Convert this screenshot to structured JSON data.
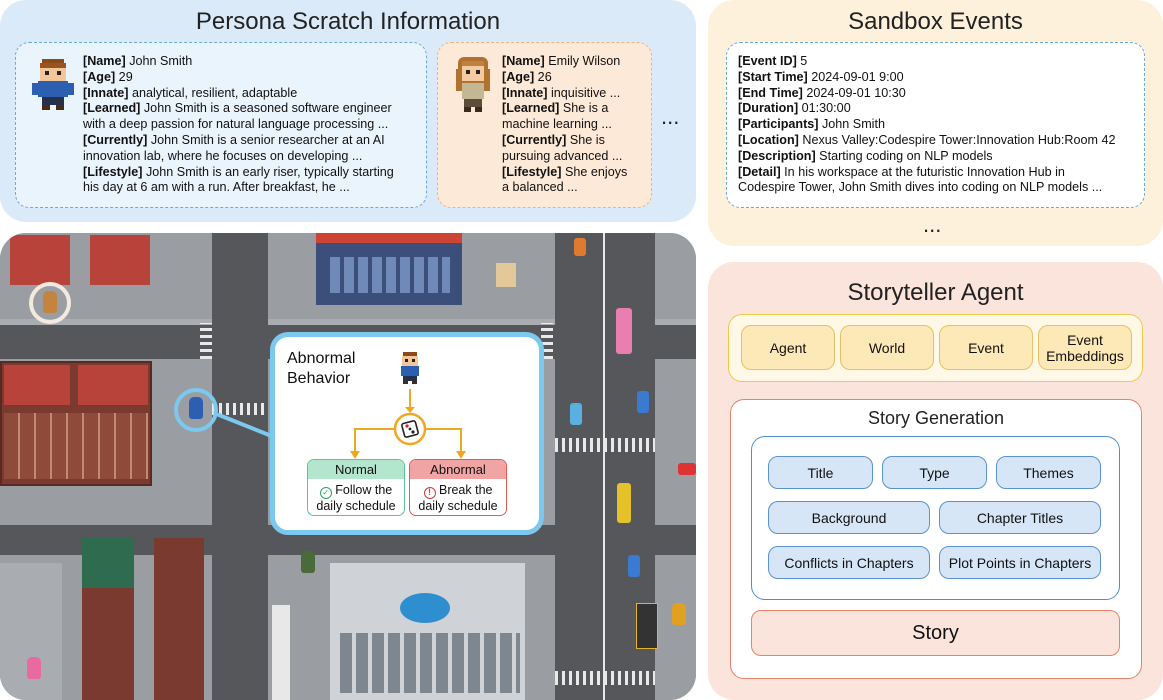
{
  "persona": {
    "title": "Persona Scratch Information",
    "john": {
      "name_k": "[Name]",
      "name_v": " John Smith",
      "age_k": "[Age]",
      "age_v": " 29",
      "innate_k": "[Innate]",
      "innate_v": " analytical, resilient, adaptable",
      "learned_k": "[Learned]",
      "learned_v1": " John Smith is a seasoned software engineer",
      "learned_v2": "with a deep passion for natural language processing ...",
      "currently_k": "[Currently]",
      "currently_v1": " John Smith is a senior researcher at an AI",
      "currently_v2": "innovation lab, where he focuses on developing ...",
      "lifestyle_k": "[Lifestyle]",
      "lifestyle_v1": " John Smith is an early riser, typically starting",
      "lifestyle_v2": "his day at 6 am with a run. After breakfast, he ..."
    },
    "emily": {
      "name_k": "[Name]",
      "name_v": " Emily Wilson",
      "age_k": "[Age]",
      "age_v": " 26",
      "innate_k": "[Innate]",
      "innate_v": " inquisitive ...",
      "learned_k": "[Learned]",
      "learned_v1": " She is a",
      "learned_v2": "machine learning ...",
      "currently_k": "[Currently]",
      "currently_v1": " She is",
      "currently_v2": "pursuing advanced ...",
      "lifestyle_k": "[Lifestyle]",
      "lifestyle_v1": " She enjoys",
      "lifestyle_v2": "a balanced ..."
    },
    "ellipsis": "..."
  },
  "sandbox": {
    "title": "Sandbox Events",
    "event_id_k": "[Event ID]",
    "event_id_v": " 5",
    "start_k": "[Start Time]",
    "start_v": " 2024-09-01 9:00",
    "end_k": "[End Time]",
    "end_v": " 2024-09-01 10:30",
    "duration_k": "[Duration]",
    "duration_v": " 01:30:00",
    "participants_k": "[Participants]",
    "participants_v": " John Smith",
    "location_k": "[Location]",
    "location_v": " Nexus Valley:Codespire Tower:Innovation Hub:Room 42",
    "description_k": "[Description]",
    "description_v": " Starting coding on NLP models",
    "detail_k": "[Detail]",
    "detail_v1": " In his workspace at the futuristic Innovation Hub in",
    "detail_v2": "Codespire Tower, John Smith dives into coding on NLP models ...",
    "ellipsis": "..."
  },
  "abnormal": {
    "title_line1": "Abnormal",
    "title_line2": "Behavior",
    "normal_head": "Normal",
    "normal_body1": "Follow the",
    "normal_body2": "daily schedule",
    "abnormal_head": "Abnormal",
    "abnormal_body1": "Break the",
    "abnormal_body2": "daily schedule"
  },
  "storyteller": {
    "title": "Storyteller Agent",
    "inputs": [
      "Agent",
      "World",
      "Event",
      "Event Embeddings"
    ],
    "generation_title": "Story Generation",
    "elements": [
      "Title",
      "Type",
      "Themes",
      "Background",
      "Chapter Titles",
      "Conflicts in Chapters",
      "Plot Points in Chapters"
    ],
    "output": "Story"
  },
  "colors": {
    "persona_bg": "#dbeaf8",
    "sandbox_bg": "#fdf1dc",
    "story_bg": "#fbe4dc",
    "normal_green": "#b3e6cd",
    "abnormal_red": "#f1a4a4",
    "highlight_ring": "#7cc8ef"
  }
}
